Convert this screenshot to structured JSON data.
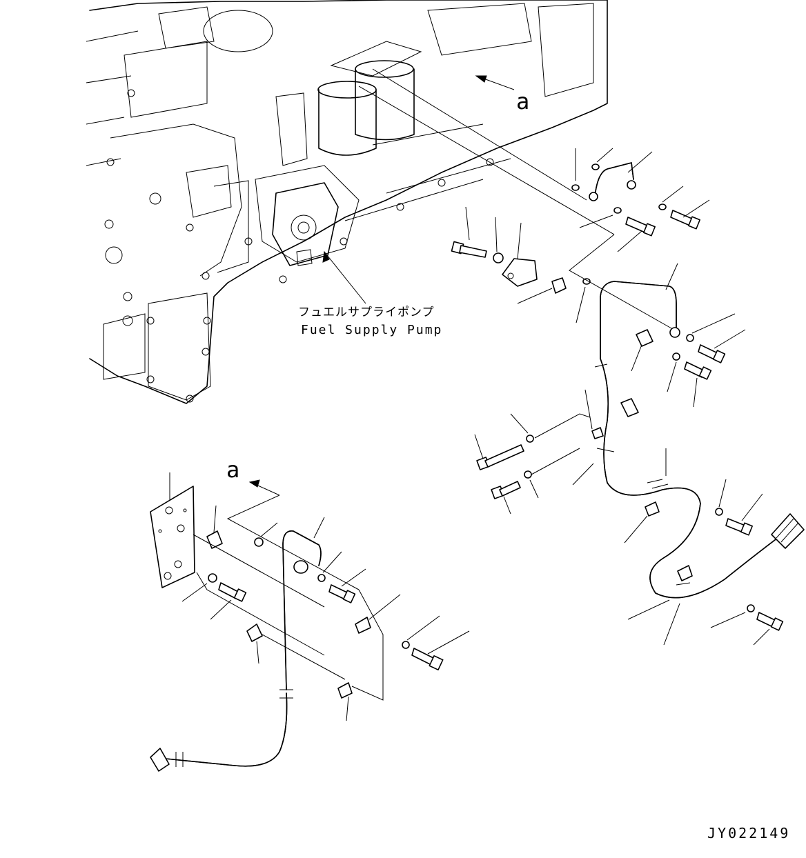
{
  "callouts": {
    "view_a_top": "a",
    "view_a_bottom": "a"
  },
  "labels": {
    "pump_jp": "フュエルサプライポンプ",
    "pump_en": "Fuel Supply Pump"
  },
  "drawing_number": "JY022149",
  "icons": {
    "arrow": "arrow-icon",
    "bolt": "bolt-icon",
    "washer": "washer-icon",
    "clamp": "clamp-icon",
    "hose": "hose-icon",
    "bracket": "bracket-icon"
  }
}
